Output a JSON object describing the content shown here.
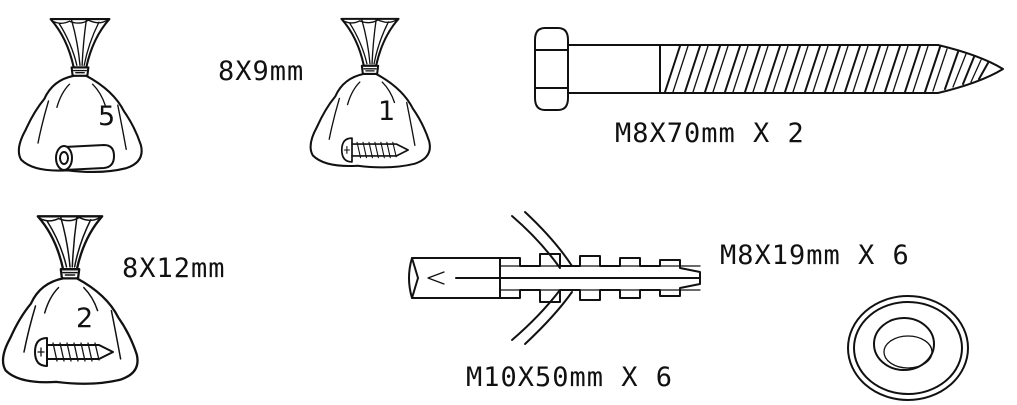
{
  "parts": {
    "bag_spacers": {
      "count": "5"
    },
    "bag_screw_small": {
      "size": "8X9mm",
      "count": "1"
    },
    "bag_screw_large": {
      "size": "8X12mm",
      "count": "2"
    },
    "lag_bolt": {
      "label": "M8X70mm X 2"
    },
    "wall_anchor": {
      "label": "M10X50mm X 6"
    },
    "washer": {
      "label": "M8X19mm X 6"
    }
  }
}
